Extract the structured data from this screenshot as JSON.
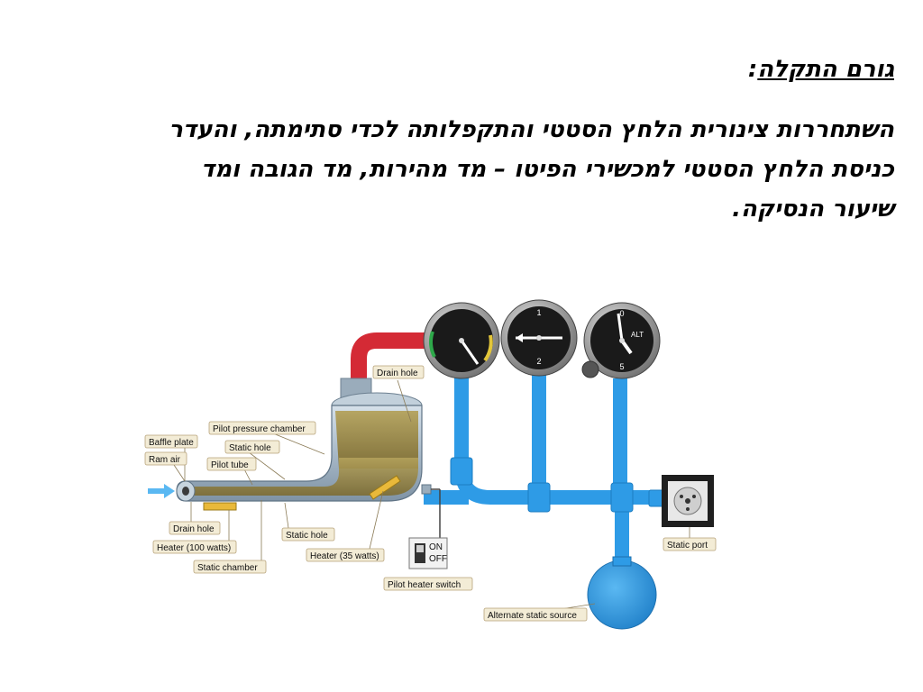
{
  "slide": {
    "title_main": "גורם התקלה",
    "title_colon": ":",
    "lines": [
      "השתחררות צינורית הלחץ הסטטי והתקפלותה לכדי סתימתה, והעדר",
      "כניסת הלחץ הסטטי למכשירי הפיטו – מד מהירות, מד הגובה ומד",
      "שיעור הנסיקה."
    ]
  },
  "diagram": {
    "labels": {
      "baffle_plate": "Baffle plate",
      "ram_air": "Ram air",
      "pilot_pressure_chamber": "Pilot pressure chamber",
      "static_hole_top": "Static hole",
      "pilot_tube": "Pilot tube",
      "drain_hole_top": "Drain hole",
      "drain_hole_bottom": "Drain hole",
      "heater_100": "Heater (100 watts)",
      "static_chamber": "Static chamber",
      "static_hole_bottom": "Static hole",
      "heater_35": "Heater (35 watts)",
      "pilot_heater_switch": "Pilot heater switch",
      "switch_on": "ON",
      "switch_off": "OFF",
      "static_port": "Static port",
      "alternate_static_source": "Alternate static source"
    },
    "colors": {
      "static_line": "#2e9be6",
      "pitot_line": "#d42a35",
      "housing": "#a8b9c8",
      "chamber": "#9c8a4a",
      "gauge_face": "#1a1a1a"
    },
    "gauges": {
      "altimeter_mark": "ALT"
    }
  }
}
